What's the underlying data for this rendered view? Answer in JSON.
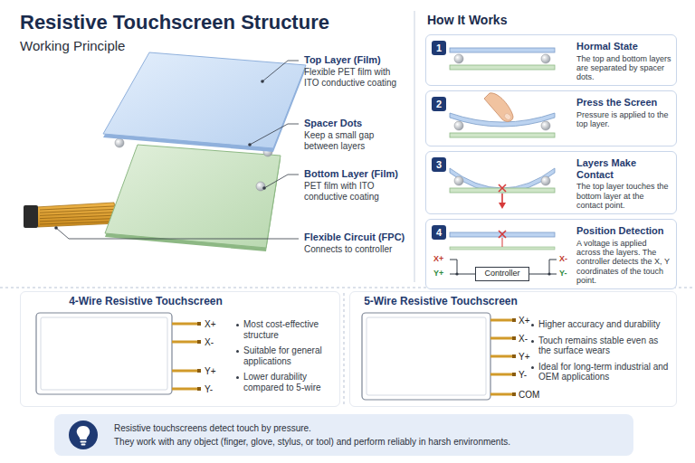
{
  "diagram": {
    "title": "Resistive Touchscreen Structure",
    "nodes": [
      {
        "text": [
          "Hormal State",
          "The top and bottom layers are separated by spacer dots."
        ]
      },
      {
        "text": [
          "1"
        ],
        "in": 0
      },
      {
        "text": [
          "Press the Screen",
          "Pressure is applied to the top layer."
        ]
      },
      {
        "text": [
          "2"
        ],
        "in": 2
      },
      {
        "text": [
          "Layers Make Contact",
          "The top layer touches the bottom layer at the contact point."
        ]
      },
      {
        "text": [
          "3"
        ],
        "in": 4
      },
      {
        "text": [
          "Position Detection",
          "A voltage is applied across the layers. The controller detects the X, Y coordinates of the touch point."
        ]
      },
      {
        "text": [
          "4"
        ],
        "in": 6
      },
      {
        "text": [
          "Controller"
        ],
        "in": 6
      },
      {
        "text": [
          "4-Wire Resistive Touchscreen",
          "Most cost-effective structure",
          "Suitable for general applications",
          "Lower durability compared to 5-wire"
        ]
      },
      {
        "text": [
          "5-Wire Resistive Touchscreen",
          "Higher accuracy and durability",
          "Touch remains stable even as the surface wears",
          "Ideal for long-term industrial and OEM applications"
        ]
      },
      {
        "text": [
          "Resistive touchscreens detect touch by pressure.",
          "They work with any object (finger, glove, stylus, or tool) and perform reliably in harsh environments."
        ]
      }
    ],
    "labels": [
      "Working Principle",
      "Top Layer (Film)",
      "Flexible PET film with ITO conductive coating",
      "Spacer Dots",
      "Keep a small gap between layers",
      "Bottom Layer (Film)",
      "PET film with ITO conductive coating",
      "Flexible Circuit (FPC)",
      "Connects to controller",
      "How It Works",
      "X+",
      "Y+",
      "X-",
      "Y-",
      "X+",
      "X-",
      "Y+",
      "Y-",
      "X+",
      "X-",
      "Y+",
      "Y-",
      "COM"
    ]
  }
}
